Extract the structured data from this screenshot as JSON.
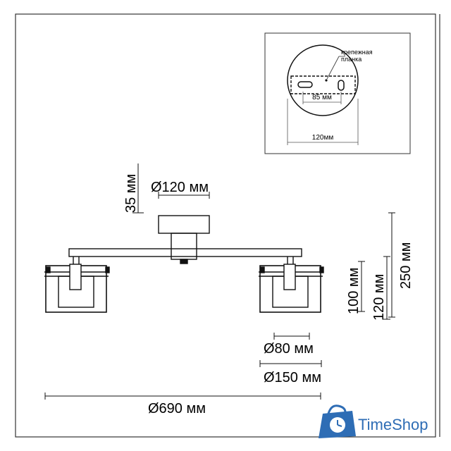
{
  "inset": {
    "plate_label": "крепежная планка",
    "hole_spacing": "85 мм",
    "plate_diameter": "120мм"
  },
  "dimensions": {
    "canopy_height": "35 мм",
    "canopy_diameter": "Ø120 мм",
    "shade_height_inner": "100 мм",
    "shade_height_outer": "120 мм",
    "total_height": "250 мм",
    "shade_diameter_inner": "Ø80 мм",
    "shade_diameter_outer": "Ø150 мм",
    "total_width": "Ø690 мм"
  },
  "watermark": {
    "brand": "TimeShop"
  },
  "colors": {
    "line": "#000000",
    "brand": "#2e6db5"
  }
}
